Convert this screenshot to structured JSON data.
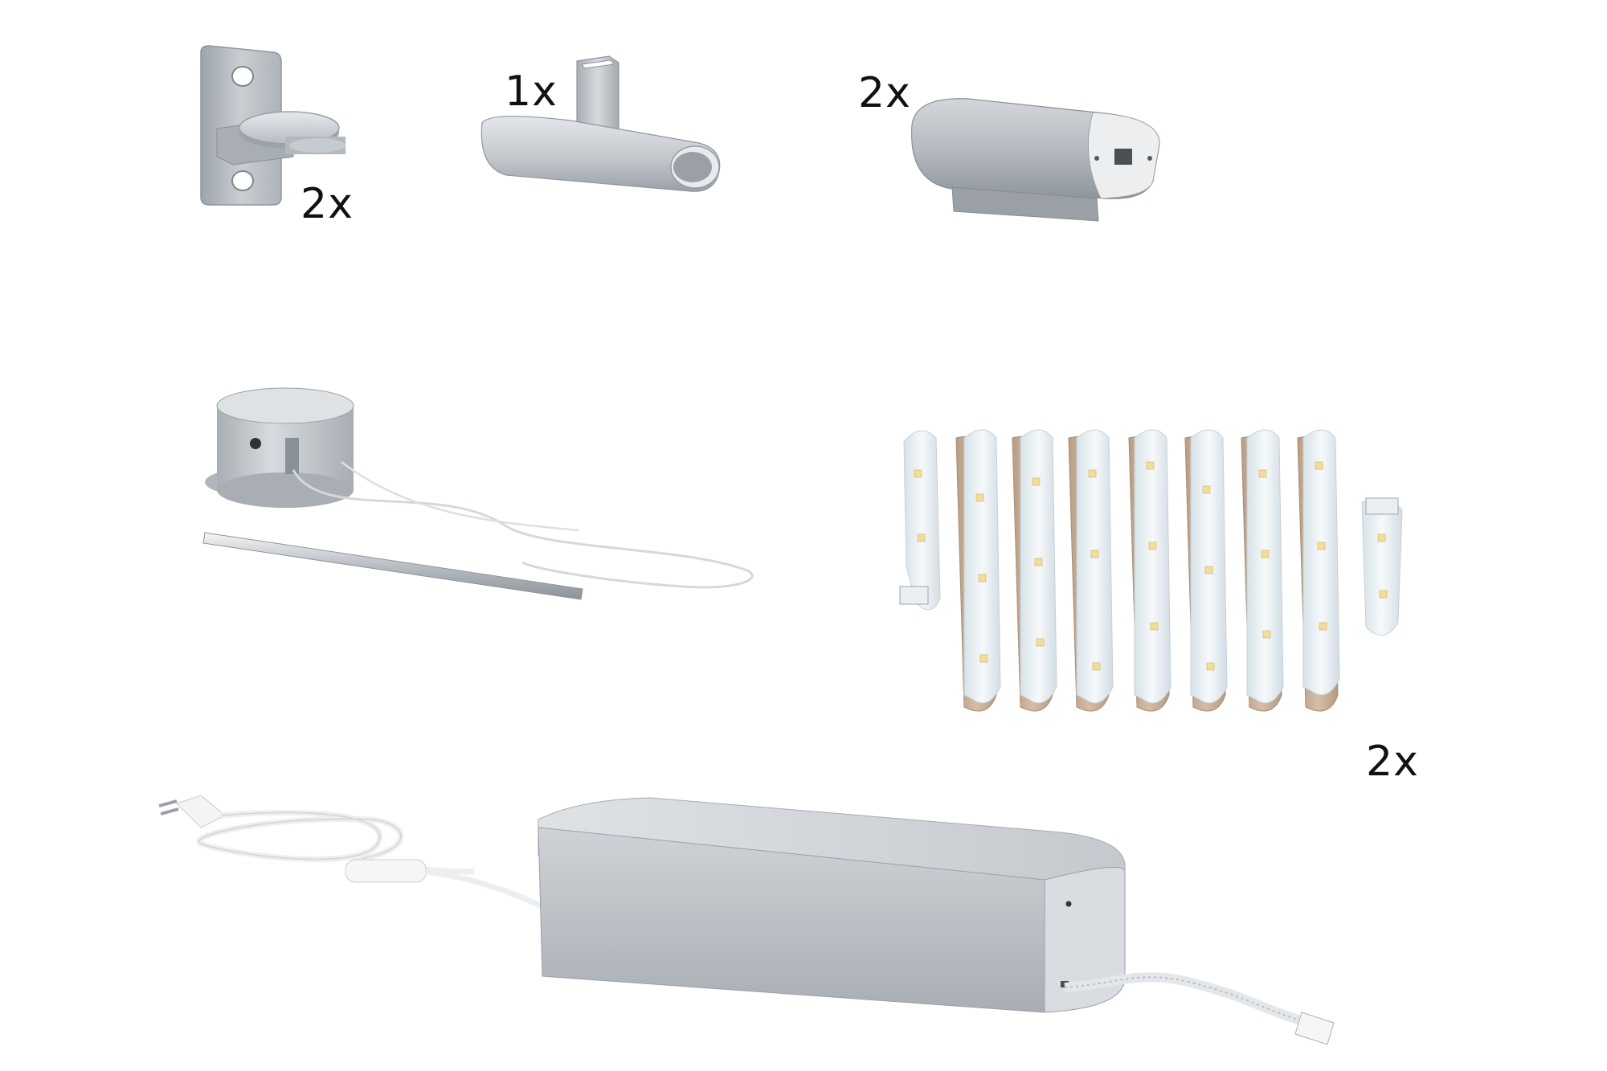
{
  "quantities": {
    "wall_bracket": "2x",
    "t_connector": "1x",
    "end_clip": "2x",
    "led_strip": "2x"
  },
  "colors": {
    "background": "#ffffff",
    "aluminium_light": "#d8dce0",
    "aluminium_mid": "#b9bec4",
    "aluminium_dark": "#8e949b",
    "strip_white": "#eef3f6",
    "strip_backing": "#c9ad93",
    "led_yellow": "#f3dd9a",
    "text": "#111111"
  },
  "icons": [
    "wall-bracket-icon",
    "t-connector-icon",
    "end-clip-icon",
    "ceiling-suspension-icon",
    "led-strip-coil-icon",
    "power-supply-icon"
  ]
}
